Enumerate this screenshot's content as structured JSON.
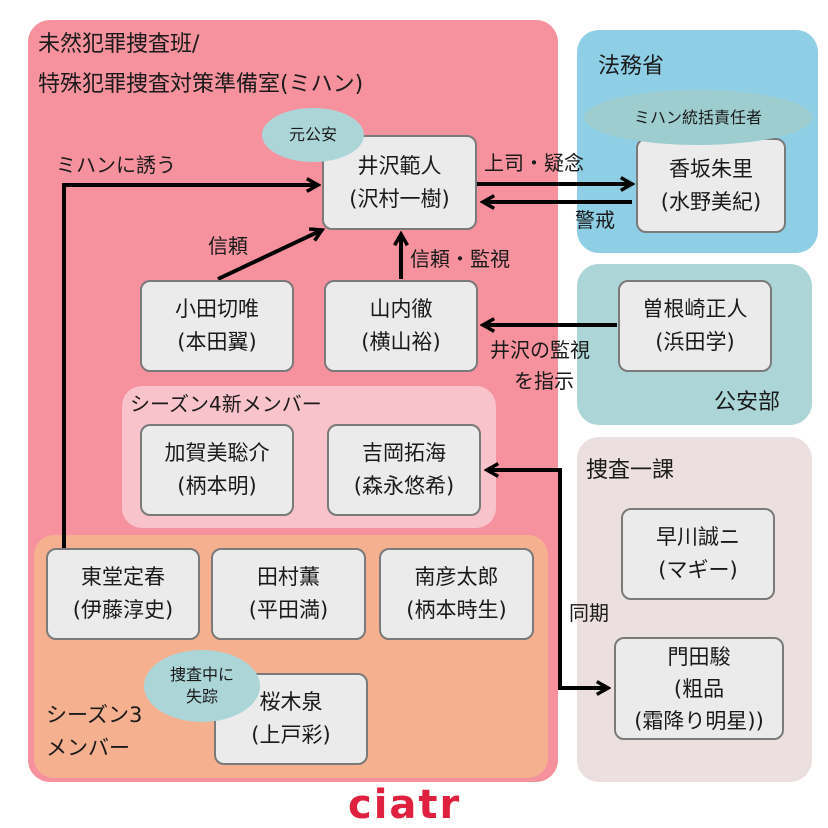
{
  "groups": {
    "mihan": {
      "title_line1": "未然犯罪捜査班/",
      "title_line2": "特殊犯罪捜査対策準備室(ミハン)",
      "color": "#f6929e"
    },
    "season4": {
      "title": "シーズン4新メンバー",
      "color": "#f9c3cb"
    },
    "season3": {
      "title_line1": "シーズン3",
      "title_line2": "メンバー",
      "color": "#f5b090"
    },
    "moj": {
      "title": "法務省",
      "color": "#8ecfe6"
    },
    "public_security": {
      "title": "公安部",
      "color": "#acd5d8"
    },
    "cid": {
      "title": "捜査一課",
      "color": "#ecdfdf"
    }
  },
  "nodes": {
    "izawa": {
      "role": "井沢範人",
      "actor": "(沢村一樹)"
    },
    "kosaka": {
      "role": "香坂朱里",
      "actor": "(水野美紀)"
    },
    "odagiri": {
      "role": "小田切唯",
      "actor": "(本田翼)"
    },
    "yamauchi": {
      "role": "山内徹",
      "actor": "(横山裕)"
    },
    "sonezaki": {
      "role": "曽根崎正人",
      "actor": "(浜田学)"
    },
    "kagami": {
      "role": "加賀美聡介",
      "actor": "(柄本明)"
    },
    "yoshioka": {
      "role": "吉岡拓海",
      "actor": "(森永悠希)"
    },
    "hayakawa": {
      "role": "早川誠ニ",
      "actor": "(マギー)"
    },
    "todo": {
      "role": "東堂定春",
      "actor": "(伊藤淳史)"
    },
    "tamura": {
      "role": "田村薫",
      "actor": "(平田満)"
    },
    "minami": {
      "role": "南彦太郎",
      "actor": "(柄本時生)"
    },
    "sakuragi": {
      "role": "桜木泉",
      "actor": "(上戸彩)"
    },
    "kadota": {
      "role": "門田駿",
      "actor_line1": "(粗品",
      "actor_line2": "(霜降り明星))"
    }
  },
  "bubbles": {
    "former_public_security": "元公安",
    "mihan_supervisor": "ミハン統括責任者",
    "missing_line1": "捜査中に",
    "missing_line2": "失踪"
  },
  "edges": {
    "invite": "ミハンに誘う",
    "boss_doubt": "上司・疑念",
    "caution": "警戒",
    "trust": "信頼",
    "trust_watch": "信頼・監視",
    "order_watch_line1": "井沢の監視",
    "order_watch_line2": "を指示",
    "same_year": "同期"
  },
  "logo": {
    "text": "ciatr",
    "color": "#e0203f"
  }
}
